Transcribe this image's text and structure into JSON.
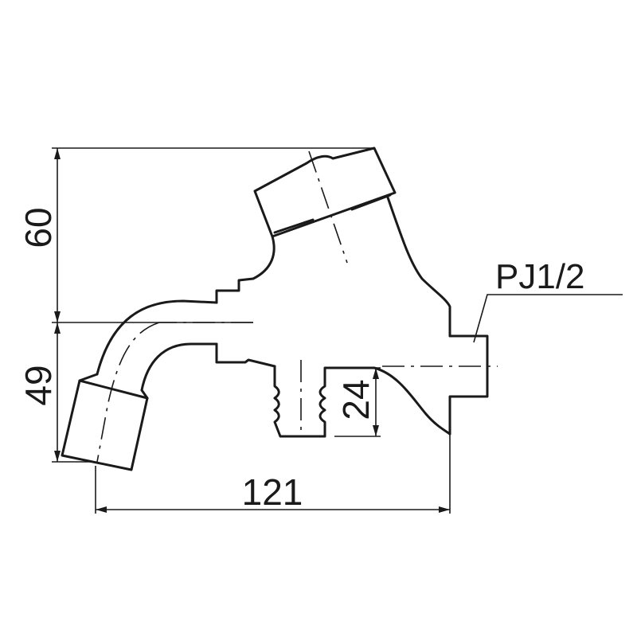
{
  "dimensions": {
    "height_upper": "60",
    "height_lower": "49",
    "outlet_height": "24",
    "length": "121"
  },
  "thread_callout": "PJ1/2"
}
